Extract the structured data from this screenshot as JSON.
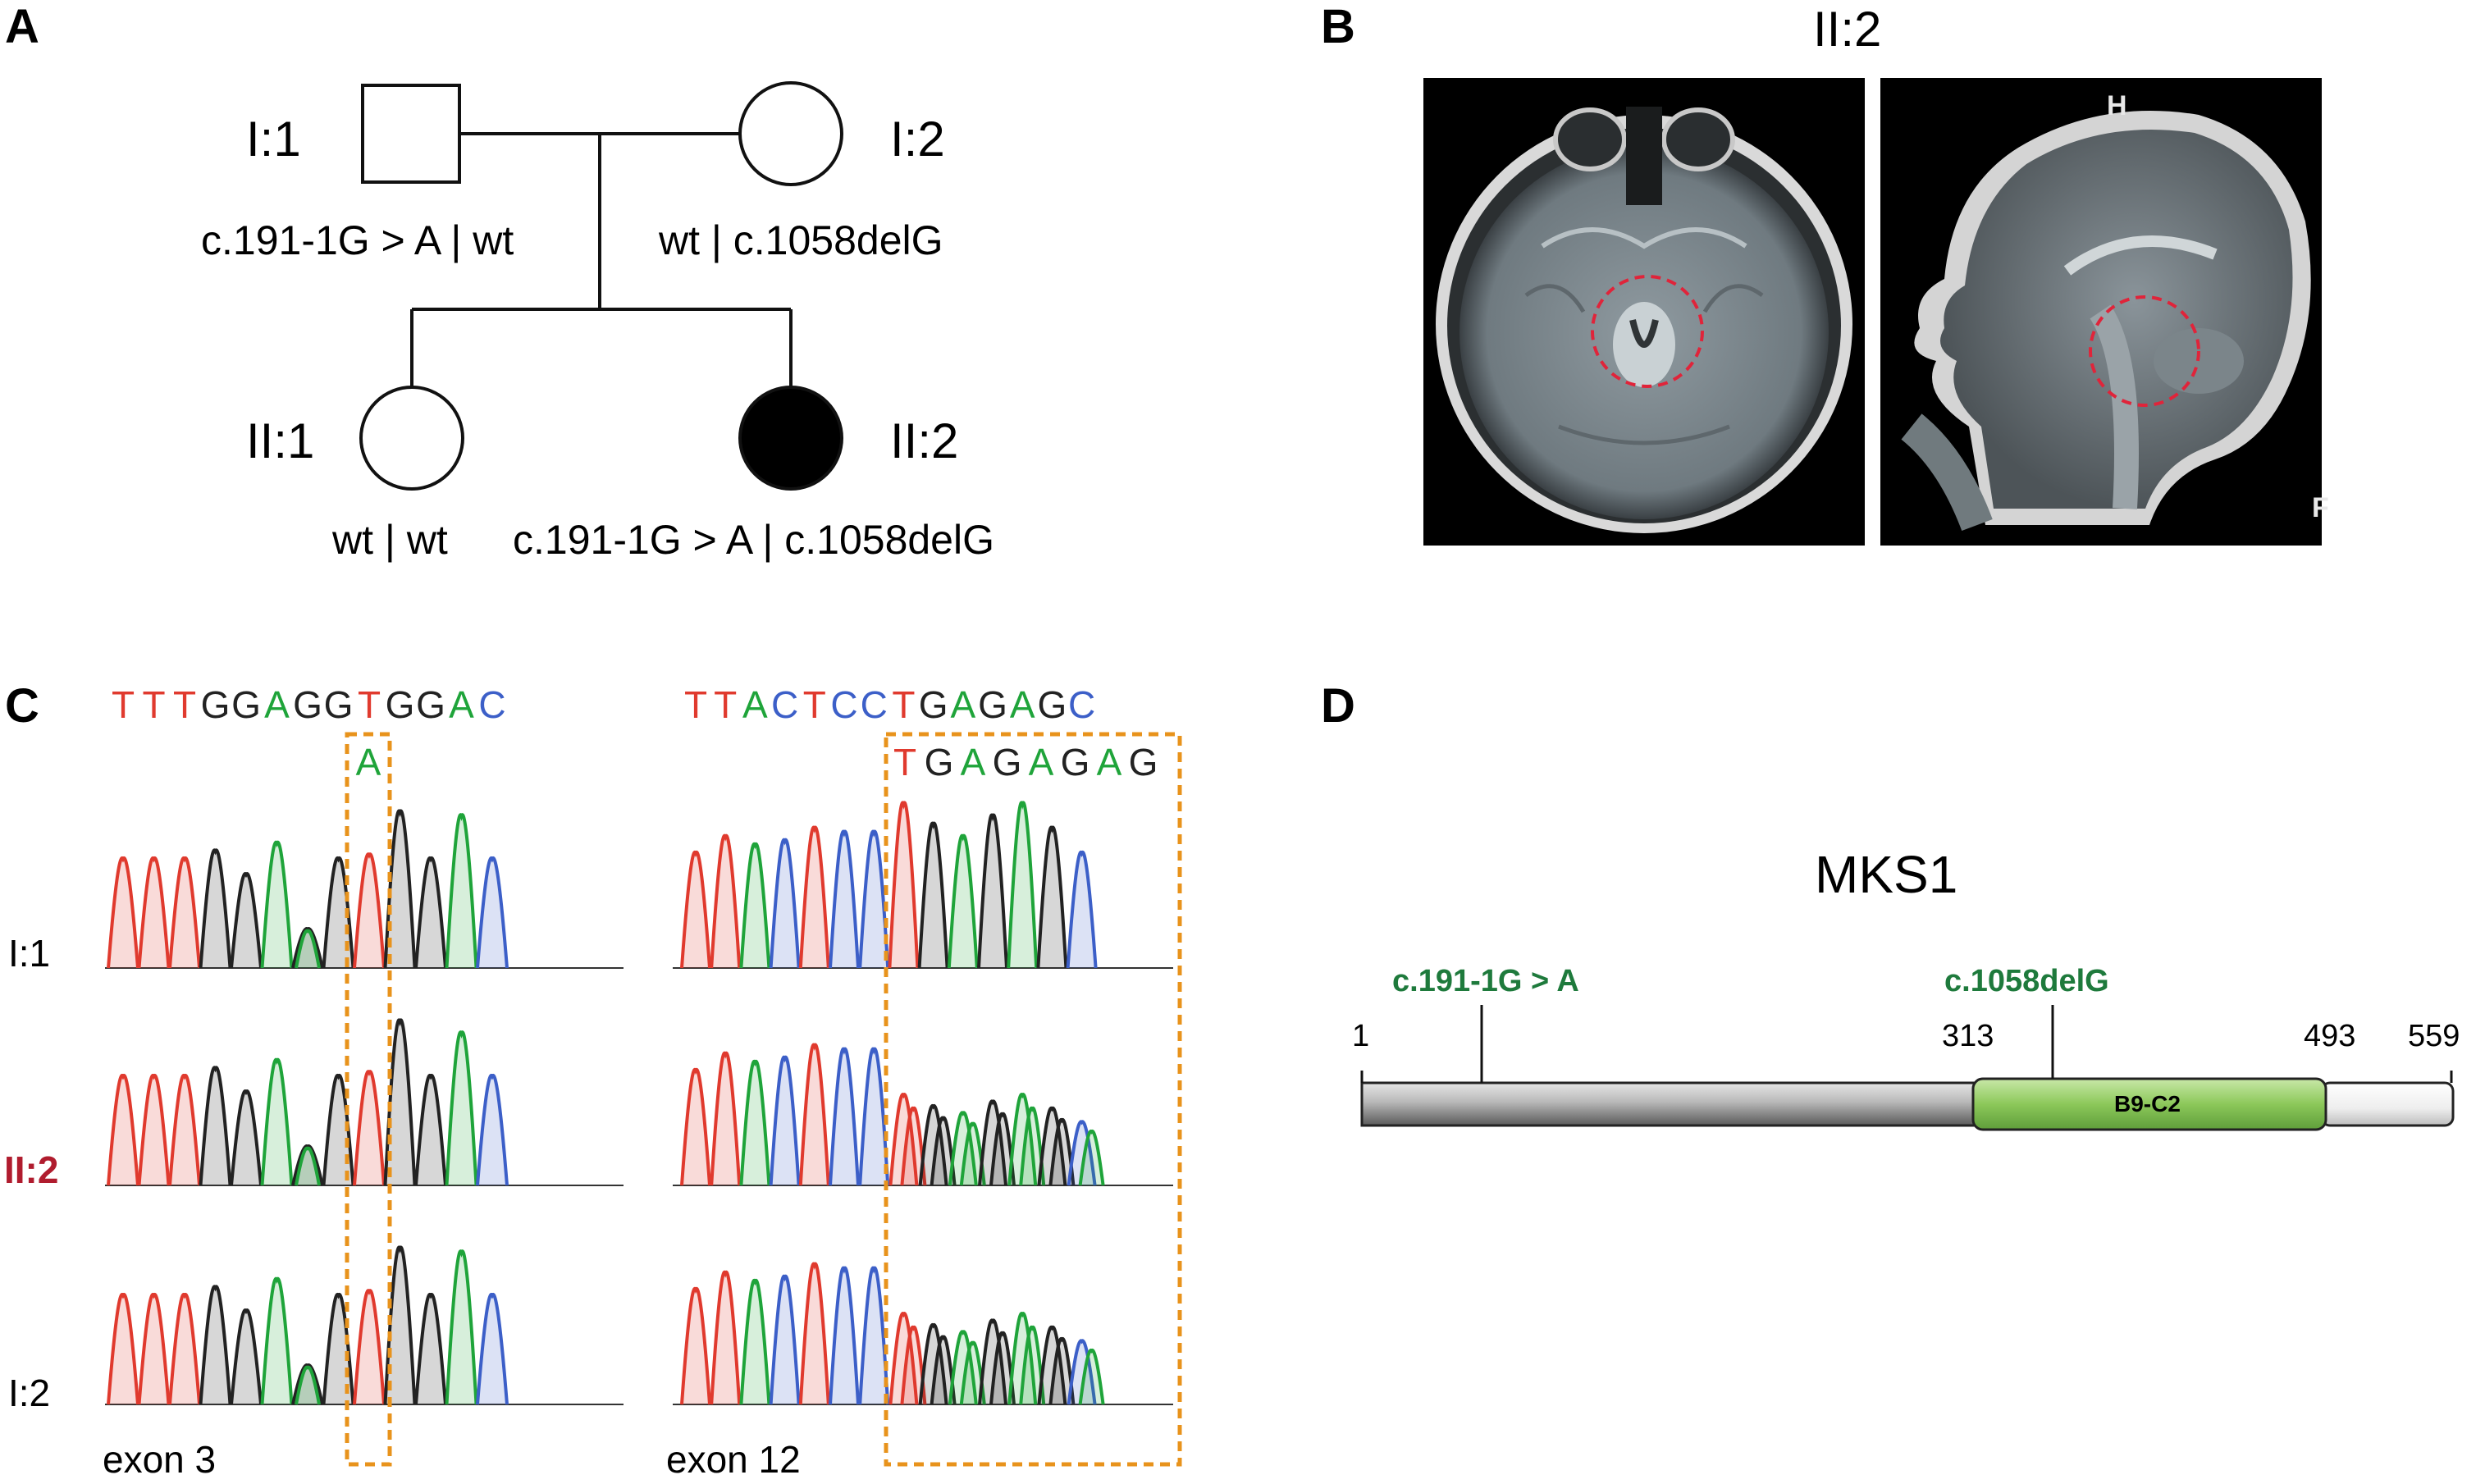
{
  "panels": {
    "A": "A",
    "B": "B",
    "C": "C",
    "D": "D"
  },
  "pedigree": {
    "father": {
      "id": "I:1",
      "genotype": "c.191-1G > A | wt"
    },
    "mother": {
      "id": "I:2",
      "genotype": "wt | c.1058delG"
    },
    "child1": {
      "id": "II:1",
      "genotype": "wt  | wt"
    },
    "child2": {
      "id": "II:2",
      "genotype": "c.191-1G > A | c.1058delG"
    }
  },
  "mri": {
    "title": "II:2",
    "sagittal_marker_top": "H",
    "sagittal_marker_bottom": "F"
  },
  "chromatograms": {
    "left_sequence": [
      "T",
      "T",
      "T",
      "G",
      "G",
      "A",
      "G",
      "G",
      "T",
      "G",
      "G",
      "A",
      "C"
    ],
    "left_alt": [
      "A"
    ],
    "right_sequence": [
      "T",
      "T",
      "A",
      "C",
      "T",
      "C",
      "C",
      "T",
      "G",
      "A",
      "G",
      "A",
      "G",
      "C"
    ],
    "right_alt": [
      "T",
      "G",
      "A",
      "G",
      "A",
      "G",
      "A",
      "G"
    ],
    "rows": [
      "I:1",
      "II:2",
      "I:2"
    ],
    "exon_left": "exon 3",
    "exon_right": "exon 12",
    "base_colors": {
      "T": "#e03a2e",
      "G": "#222222",
      "A": "#1fa43a",
      "C": "#3c5fc8"
    },
    "highlight_color": "#e8931c",
    "proband_color": "#b01c2e"
  },
  "protein": {
    "name": "MKS1",
    "mutation1": "c.191-1G > A",
    "mutation2": "c.1058delG",
    "positions": [
      "1",
      "313",
      "493",
      "559"
    ],
    "domain": "B9-C2",
    "domain_color": "#8cc85a",
    "label_color": "#1e7a3c"
  }
}
